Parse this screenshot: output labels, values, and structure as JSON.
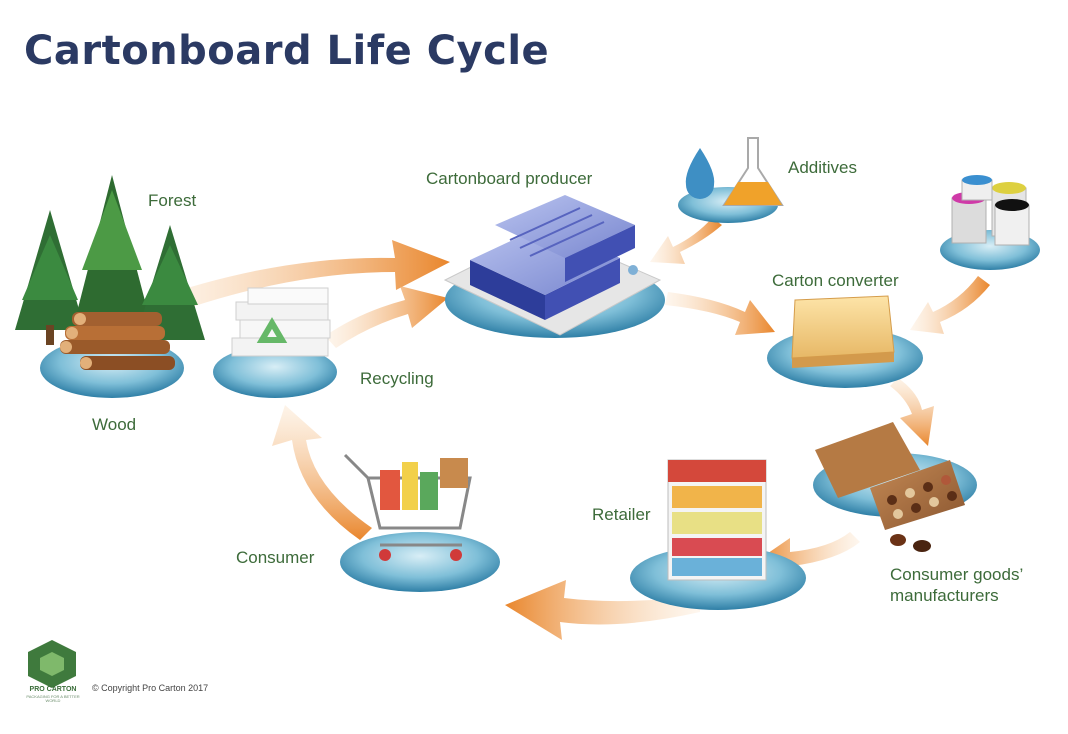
{
  "title": "Cartonboard Life Cycle",
  "labels": {
    "forest": "Forest",
    "wood": "Wood",
    "recycling": "Recycling",
    "producer": "Cartonboard producer",
    "additives": "Additives",
    "converter": "Carton converter",
    "manufacturers_line1": "Consumer goods’",
    "manufacturers_line2": "manufacturers",
    "retailer": "Retailer",
    "consumer": "Consumer"
  },
  "logo": {
    "name": "PRO CARTON",
    "tagline": "PACKAGING FOR A BETTER WORLD"
  },
  "copyright": "© Copyright Pro Carton 2017",
  "colors": {
    "title": "#2b3a63",
    "label": "#3d6b3a",
    "arrow": "#e9862c",
    "platform": "#5aa6c4"
  }
}
